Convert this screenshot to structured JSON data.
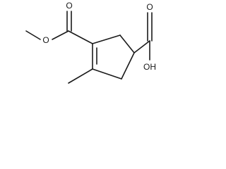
{
  "molecule": {
    "atoms": {
      "o_carbonyl_ester": "O",
      "o_ether_ester": "O",
      "o_carbonyl_acid": "O",
      "hydroxyl": "OH"
    }
  }
}
